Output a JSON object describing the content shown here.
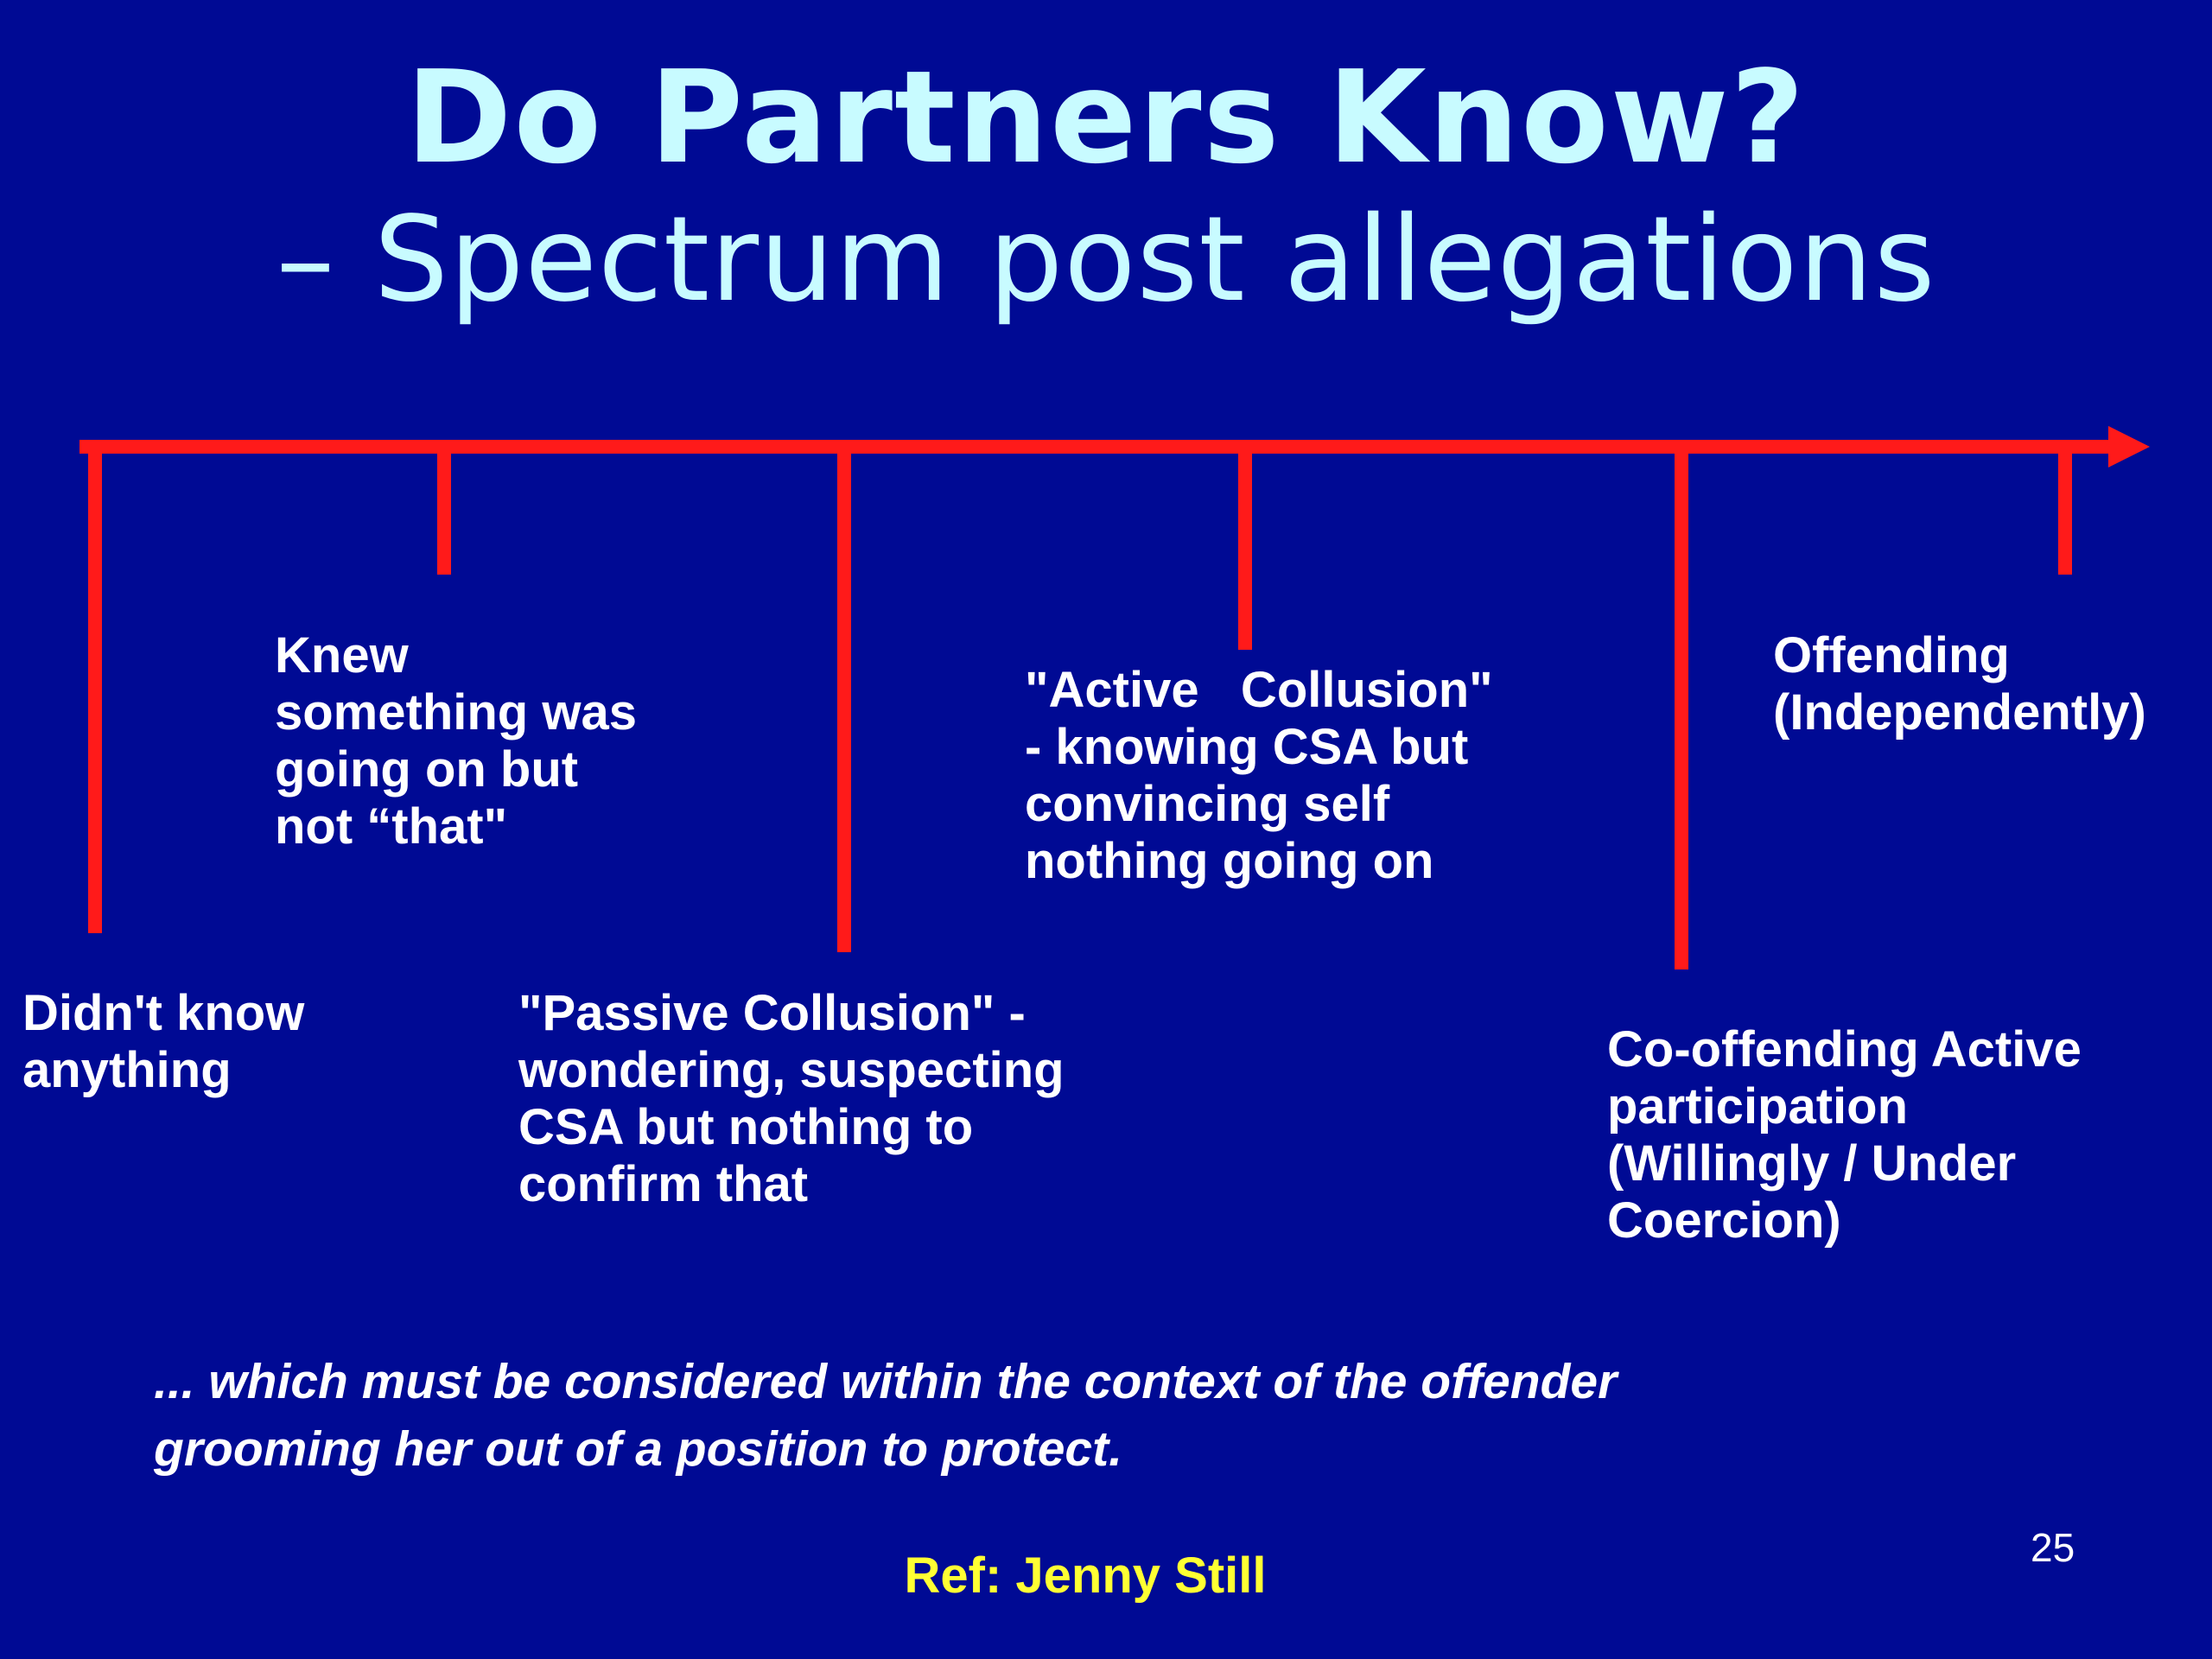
{
  "title": {
    "line1": "Do Partners Know?",
    "line2": "– Spectrum post allegations"
  },
  "colors": {
    "background": "#000a94",
    "title": "#c8fbff",
    "timeline": "#ff1a1a",
    "text": "#ffffff",
    "reference": "#ffff33"
  },
  "spectrum": [
    {
      "id": "didnt-know",
      "label": "Didn't know\nanything"
    },
    {
      "id": "knew-something",
      "label": "Knew\nsomething was\ngoing on but\nnot “that\""
    },
    {
      "id": "passive-collusion",
      "label": "\"Passive Collusion\" -\nwondering, suspecting\nCSA but nothing to\nconfirm that"
    },
    {
      "id": "active-collusion",
      "label": "\"Active   Collusion\"\n- knowing CSA but\nconvincing self\nnothing going on"
    },
    {
      "id": "co-offending",
      "label": "Co-offending Active\nparticipation\n(Willingly / Under\nCoercion)"
    },
    {
      "id": "offending",
      "label": "Offending\n(Independently)"
    }
  ],
  "footnote": "... which must be considered within the context of the offender\ngrooming her out of a position to protect.",
  "reference": "Ref: Jenny Still",
  "page_number": "25"
}
